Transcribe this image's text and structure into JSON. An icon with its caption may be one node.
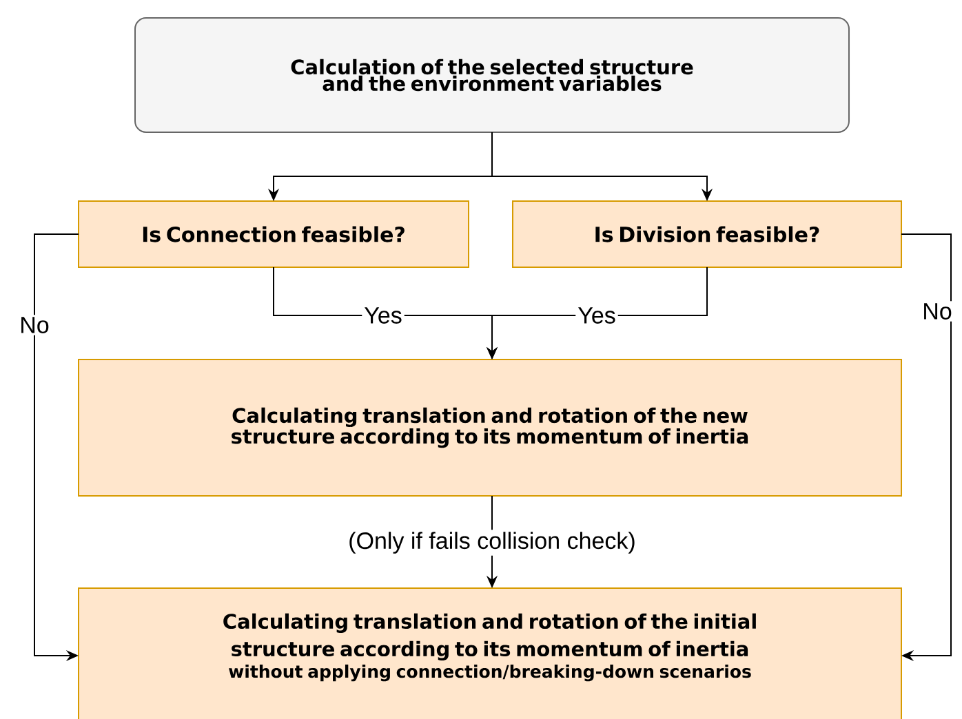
{
  "diagram": {
    "nodes": [
      {
        "text": [
          "Calculation of the selected structure and the environment variables"
        ]
      },
      {
        "text": [
          "Is Connection feasible?"
        ]
      },
      {
        "text": [
          "Is Division feasible?"
        ]
      },
      {
        "text": [
          "Calculating translation and rotation of the new structure according to its momentum of inertia"
        ]
      },
      {
        "text": [
          "Calculating translation and rotation of the initial structure according to its momentum of inertia",
          "without applying connection/breaking-down scenarios"
        ]
      }
    ],
    "edges": [
      {
        "from": 0,
        "to": 1,
        "arrow": "to"
      },
      {
        "from": 0,
        "to": 2,
        "arrow": "to"
      },
      {
        "from": 1,
        "to": 3,
        "arrow": "to",
        "label": "Yes"
      },
      {
        "from": 2,
        "to": 3,
        "arrow": "to",
        "label": "Yes"
      },
      {
        "from": 1,
        "to": 4,
        "arrow": "to",
        "label": "No"
      },
      {
        "from": 2,
        "to": 4,
        "arrow": "to",
        "label": "No"
      },
      {
        "from": 3,
        "to": 4,
        "arrow": "to",
        "label": "(Only if fails collision check)"
      }
    ]
  }
}
